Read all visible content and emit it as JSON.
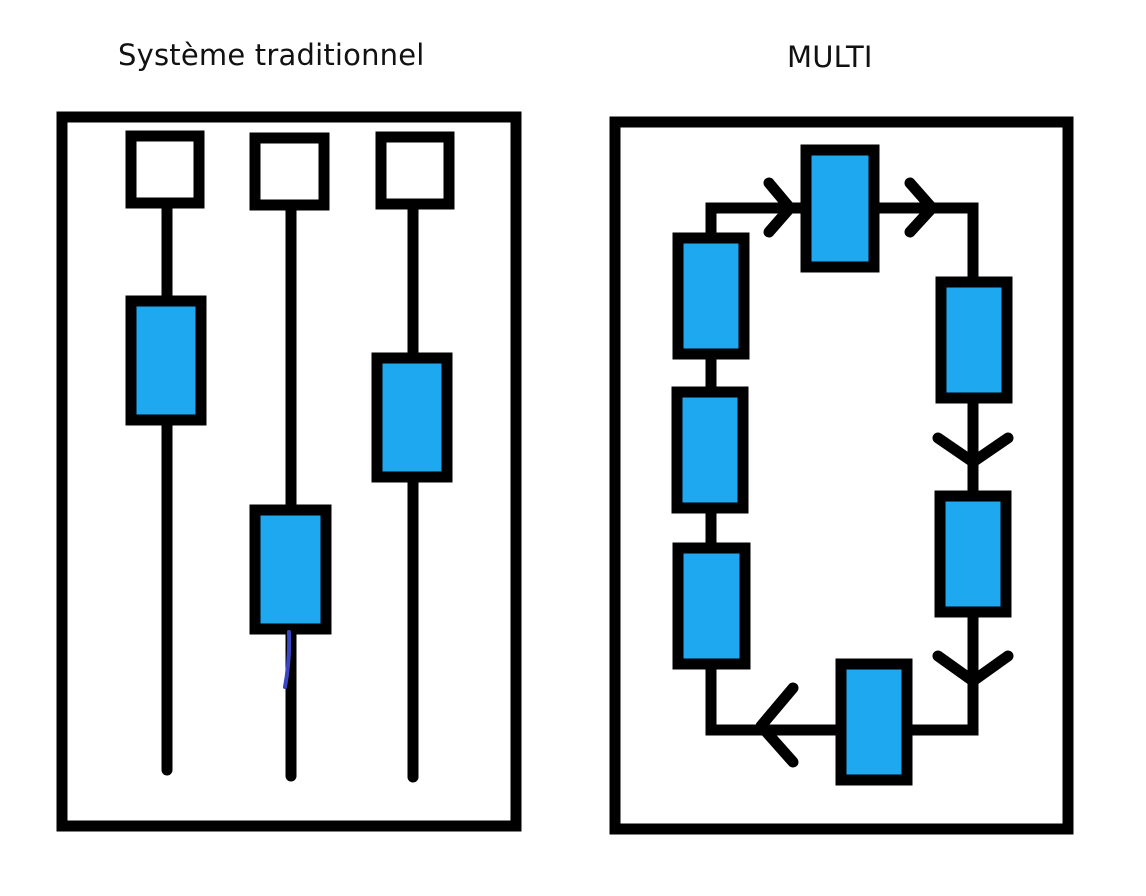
{
  "panels": [
    {
      "id": "traditional",
      "title": "Système traditionnel",
      "description": "Three independent vertical lines, each with a white station at top and one blue carrier"
    },
    {
      "id": "multi",
      "title": "MULTI",
      "description": "Closed clockwise loop with seven blue carriers and direction arrows"
    }
  ],
  "colors": {
    "stroke": "#000000",
    "carrier_fill": "#1ea8ef",
    "station_fill": "#ffffff",
    "annotation_stroke": "#3a47c4",
    "background": "#ffffff"
  },
  "traditional": {
    "lines": 3,
    "carriers_per_line": 1,
    "stations_per_line": 1
  },
  "multi": {
    "carriers": 7,
    "flow_direction": "clockwise",
    "arrows": [
      "right",
      "right",
      "down",
      "down",
      "left"
    ]
  }
}
